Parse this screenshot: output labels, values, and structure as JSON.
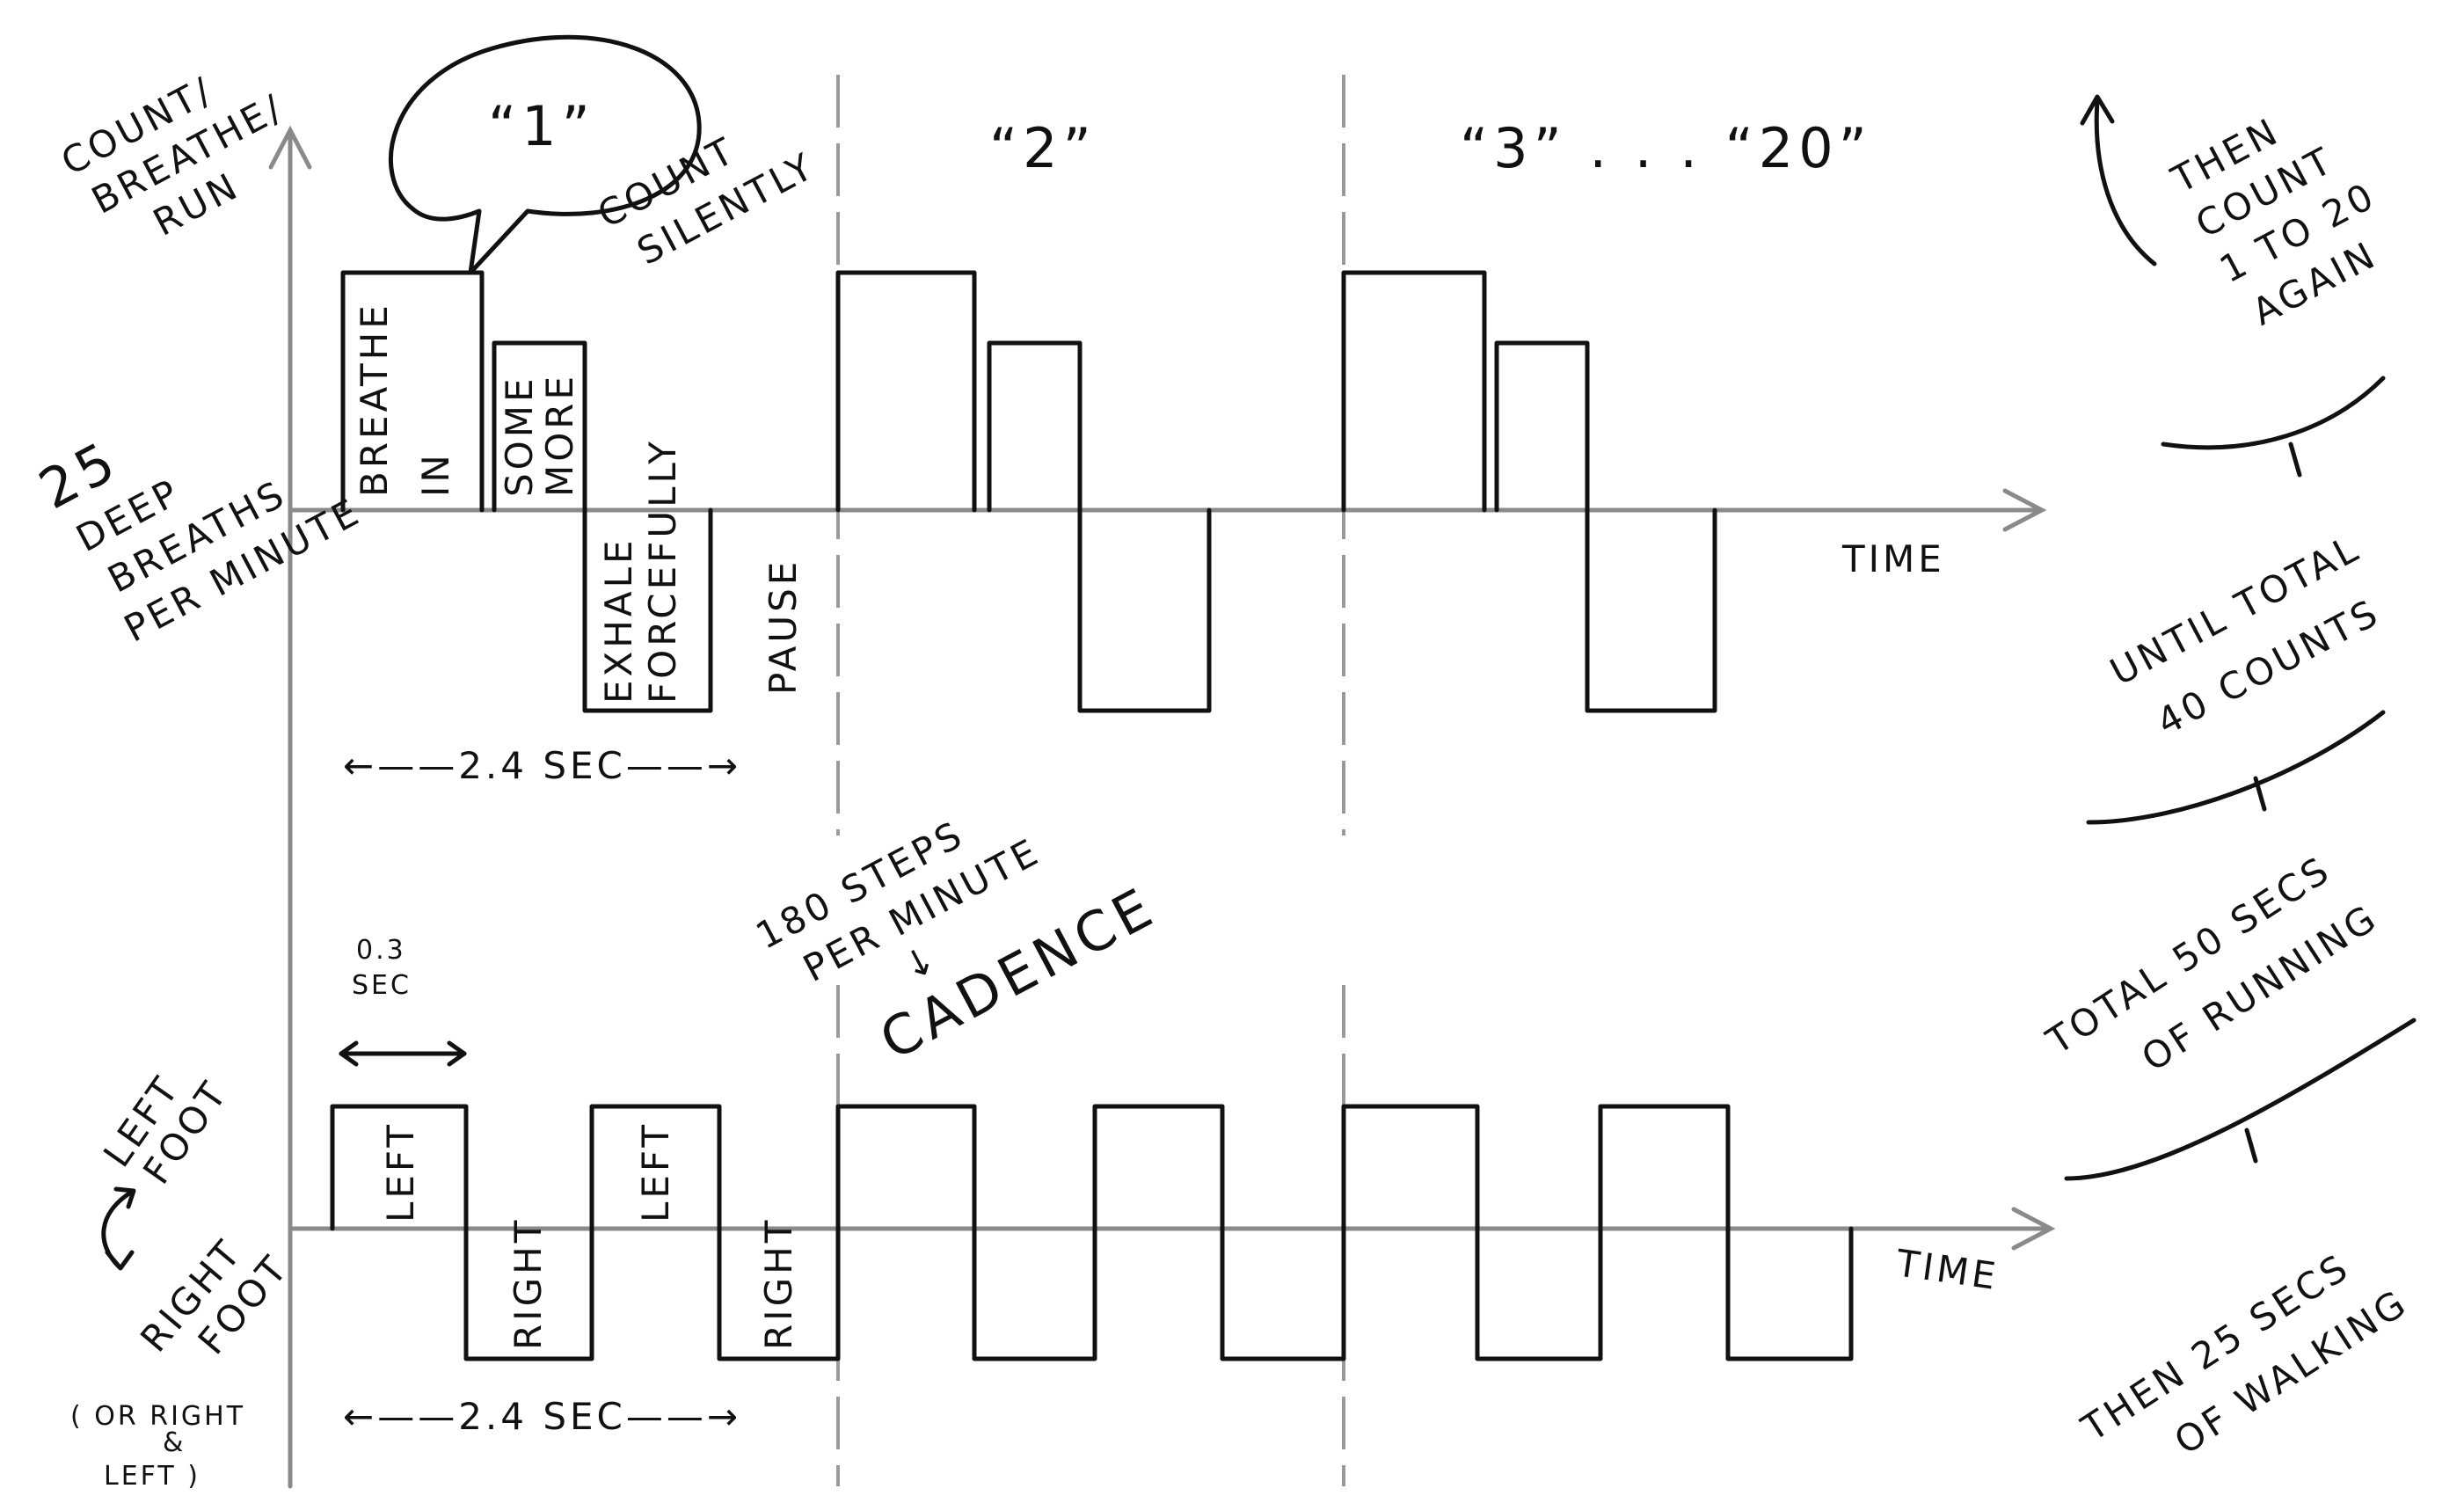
{
  "breath_chart": {
    "y_label_lines": [
      "COUNT/",
      "BREATHE/",
      "RUN"
    ],
    "rate_lines": [
      "25",
      "DEEP",
      "BREATHS",
      "PER MINUTE"
    ],
    "x_label": "TIME",
    "bubble_text": "“1”",
    "count_silently_lines": [
      "COUNT",
      "SILENTLY"
    ],
    "count_two": "“2”",
    "count_three_to_twenty": "“3” . . . “20”",
    "segments": {
      "breathe_in_lines": [
        "BREATHE",
        "IN"
      ],
      "some_more_lines": [
        "SOME",
        "MORE"
      ],
      "exhale_lines": [
        "EXHALE",
        "FORCEFULLY"
      ],
      "pause": "PAUSE"
    },
    "period_label": "←——2.4 SEC——→",
    "cycle_levels": [
      {
        "name": "breathe-in",
        "level": 1.0
      },
      {
        "name": "some-more",
        "level": 0.7
      },
      {
        "name": "exhale",
        "level": -0.85
      },
      {
        "name": "pause",
        "level": 0
      }
    ]
  },
  "step_chart": {
    "left_foot_lines": [
      "LEFT",
      "FOOT"
    ],
    "right_foot_lines": [
      "RIGHT",
      "FOOT"
    ],
    "or_lines": [
      "( OR RIGHT",
      "&",
      "LEFT )"
    ],
    "x_label": "TIME",
    "step_duration_lines": [
      "0.3",
      "SEC"
    ],
    "cadence_lines": [
      "180 STEPS",
      "PER MINUTE",
      "↓",
      "CADENCE"
    ],
    "step_labels": [
      "LEFT",
      "RIGHT",
      "LEFT",
      "RIGHT"
    ],
    "period_label": "←——2.4 SEC——→"
  },
  "notes": {
    "then_count_lines": [
      "THEN",
      "COUNT",
      "1 TO 20",
      "AGAIN"
    ],
    "until_total_lines": [
      "UNTIL TOTAL",
      "40 COUNTS"
    ],
    "total_running_lines": [
      "TOTAL 50 SECS",
      "OF RUNNING"
    ],
    "then_walking_lines": [
      "THEN 25 SECS",
      "OF WALKING"
    ]
  }
}
